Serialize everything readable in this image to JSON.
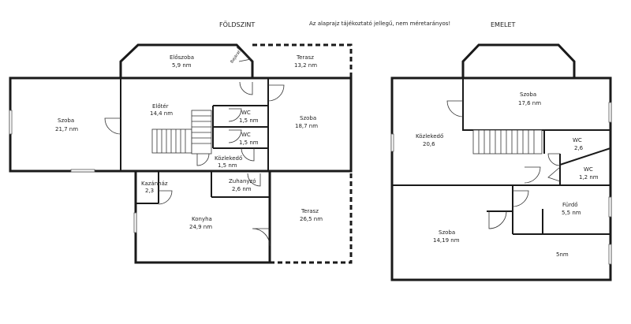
{
  "titles": {
    "ground": "FÖLDSZINT",
    "note": "Az alaprajz tájékoztató jellegű, nem méretarányos!",
    "upper": "EMELET"
  },
  "ground_rooms": [
    {
      "name": "Előszoba",
      "area": "5,9 nm"
    },
    {
      "name": "Terasz",
      "area": "13,2 nm"
    },
    {
      "name": "Szoba",
      "area": "21,7 nm"
    },
    {
      "name": "Előtér",
      "area": "14,4 nm"
    },
    {
      "name": "WC",
      "area": "1,5 nm"
    },
    {
      "name": "WC",
      "area": "1,5 nm"
    },
    {
      "name": "Közlekedő",
      "area": "1,5 nm"
    },
    {
      "name": "Szoba",
      "area": "18,7 nm"
    },
    {
      "name": "Kazánház",
      "area": "2,3"
    },
    {
      "name": "Zuhanyzó",
      "area": "2,6 nm"
    },
    {
      "name": "Konyha",
      "area": "24,9 nm"
    },
    {
      "name": "Terasz",
      "area": "26,5 nm"
    }
  ],
  "ground_small": {
    "beepitett": "Bejárat"
  },
  "upper_rooms": [
    {
      "name": "Szoba",
      "area": "17,6 nm"
    },
    {
      "name": "Közlekedő",
      "area": "20,6"
    },
    {
      "name": "WC",
      "area": "2,6"
    },
    {
      "name": "WC",
      "area": "1,2 nm"
    },
    {
      "name": "Fürdő",
      "area": "5,5 nm"
    },
    {
      "name": "Szoba",
      "area": "14,19 nm"
    },
    {
      "name": "",
      "area": "5nm"
    }
  ]
}
